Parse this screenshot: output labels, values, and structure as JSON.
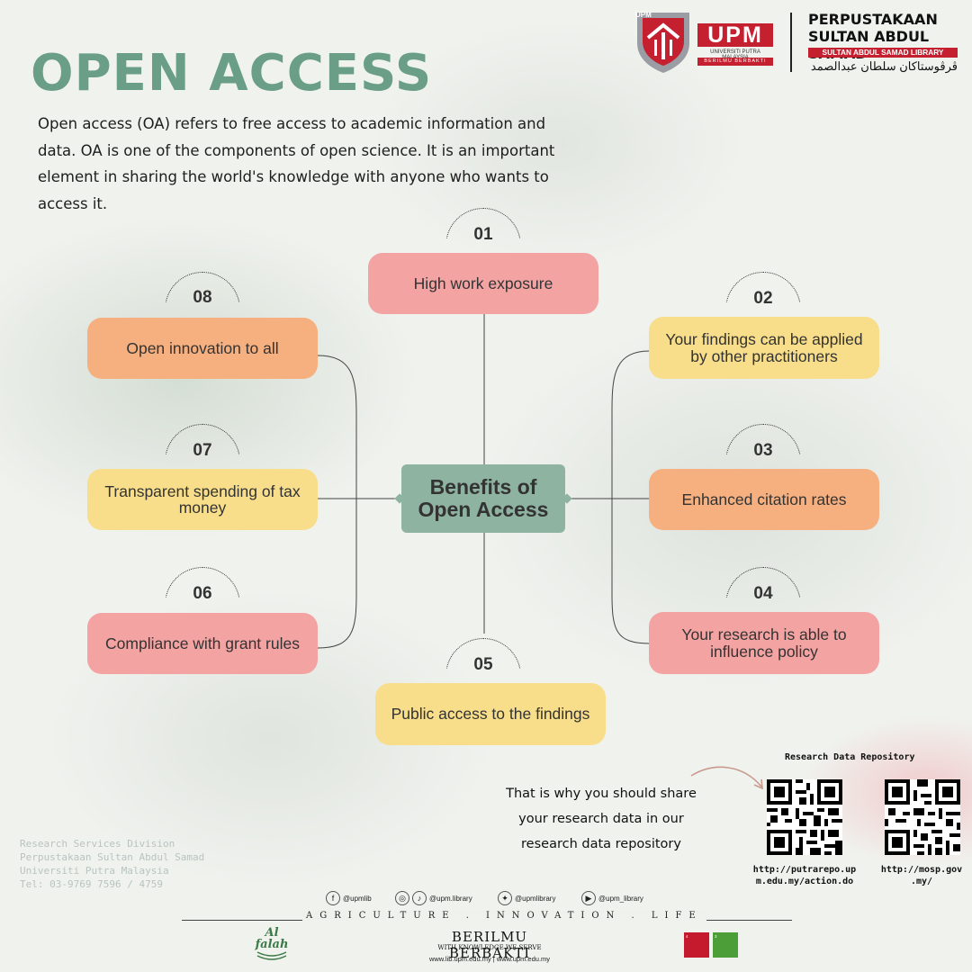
{
  "header": {
    "upm_logo_letters": "UPM",
    "upm_wordmark": "UPM",
    "upm_name": "UNIVERSITI PUTRA MALAYSIA",
    "upm_tagline": "BERILMU BERBAKTI",
    "library_line1": "PERPUSTAKAAN",
    "library_line2": "SULTAN ABDUL SAMAD",
    "library_line3": "SULTAN ABDUL SAMAD LIBRARY",
    "library_jawi": "ڤرڤوستاکان سلطان عبدالصمد"
  },
  "title": "OPEN ACCESS",
  "intro": "Open access (OA) refers to free access to academic information and data. OA is one of the components of open science. It is an important element in sharing the world's knowledge with anyone who wants to access it.",
  "center": {
    "line1": "Benefits of",
    "line2": "Open Access"
  },
  "benefits": [
    {
      "num": "01",
      "text": "High work exposure"
    },
    {
      "num": "02",
      "text": "Your findings can be applied by other practitioners"
    },
    {
      "num": "03",
      "text": "Enhanced citation rates"
    },
    {
      "num": "04",
      "text": "Your research is able to influence policy"
    },
    {
      "num": "05",
      "text": "Public access to the findings"
    },
    {
      "num": "06",
      "text": "Compliance with grant rules"
    },
    {
      "num": "07",
      "text": "Transparent spending of tax money"
    },
    {
      "num": "08",
      "text": "Open innovation to all"
    }
  ],
  "footer_info": [
    "Research Services Division",
    "Perpustakaan Sultan Abdul Samad",
    "Universiti Putra Malaysia",
    "Tel: 03-9769 7596 / 4759"
  ],
  "cta": [
    "That is why you should  share",
    "your research data in our",
    "research data repository"
  ],
  "repository": {
    "title": "Research Data Repository",
    "url1_line1": "http://putrarepo.up",
    "url1_line2": "m.edu.my/action.do",
    "url2_line1": "http://mosp.gov",
    "url2_line2": ".my/"
  },
  "social": [
    {
      "icon": "facebook-icon",
      "glyph": "f",
      "handle": "@upmlib"
    },
    {
      "icon": "instagram-icon",
      "glyph": "◎",
      "handle": ""
    },
    {
      "icon": "tiktok-icon",
      "glyph": "♪",
      "handle": "@upm.library"
    },
    {
      "icon": "twitter-icon",
      "glyph": "✦",
      "handle": "@upmlibrary"
    },
    {
      "icon": "youtube-icon",
      "glyph": "▶",
      "handle": "@upm_library"
    }
  ],
  "motto": "AGRICULTURE . INNOVATION . LIFE",
  "berilmu": "BERILMU BERBAKTI",
  "berilmu_sub": "WITH KNOWLEDGE WE SERVE",
  "websites": "www.lib.upm.edu.my   |   www.upm.edu.my",
  "alfalah": "Al falah",
  "colors": {
    "accent": "#6a9e86",
    "center": "#8eb3a0",
    "pink": "#f4a3a3",
    "orange": "#f6b080",
    "yellow": "#f8de8a",
    "brand_red": "#c4202f"
  }
}
